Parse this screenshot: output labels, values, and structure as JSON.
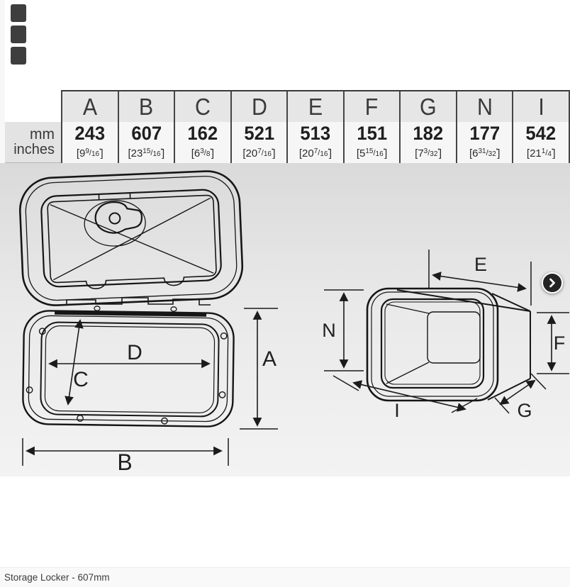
{
  "table": {
    "row_labels": {
      "mm": "mm",
      "inches": "inches"
    },
    "punct": {
      "open": "[",
      "slash": "/",
      "quote": "''",
      "close": "]"
    },
    "columns": [
      {
        "letter": "A",
        "mm": "243",
        "inch_whole": "9",
        "inch_num": "9",
        "inch_den": "16"
      },
      {
        "letter": "B",
        "mm": "607",
        "inch_whole": "23",
        "inch_num": "15",
        "inch_den": "16"
      },
      {
        "letter": "C",
        "mm": "162",
        "inch_whole": "6",
        "inch_num": "3",
        "inch_den": "8"
      },
      {
        "letter": "D",
        "mm": "521",
        "inch_whole": "20",
        "inch_num": "7",
        "inch_den": "16"
      },
      {
        "letter": "E",
        "mm": "513",
        "inch_whole": "20",
        "inch_num": "7",
        "inch_den": "16"
      },
      {
        "letter": "F",
        "mm": "151",
        "inch_whole": "5",
        "inch_num": "15",
        "inch_den": "16"
      },
      {
        "letter": "G",
        "mm": "182",
        "inch_whole": "7",
        "inch_num": "3",
        "inch_den": "32"
      },
      {
        "letter": "N",
        "mm": "177",
        "inch_whole": "6",
        "inch_num": "31",
        "inch_den": "32"
      },
      {
        "letter": "I",
        "mm": "542",
        "inch_whole": "21",
        "inch_num": "1",
        "inch_den": "4"
      }
    ]
  },
  "diagram": {
    "labels": {
      "A": "A",
      "B": "B",
      "C": "C",
      "D": "D",
      "E": "E",
      "F": "F",
      "G": "G",
      "N": "N",
      "I": "I"
    }
  },
  "caption": {
    "text": "Storage Locker - 607mm"
  },
  "colors": {
    "accent_dark": "#242424",
    "table_header_bg": "#e6e6e6",
    "table_cell_bg": "#f6f6f6",
    "diagram_bg": "#e9e9e9"
  }
}
